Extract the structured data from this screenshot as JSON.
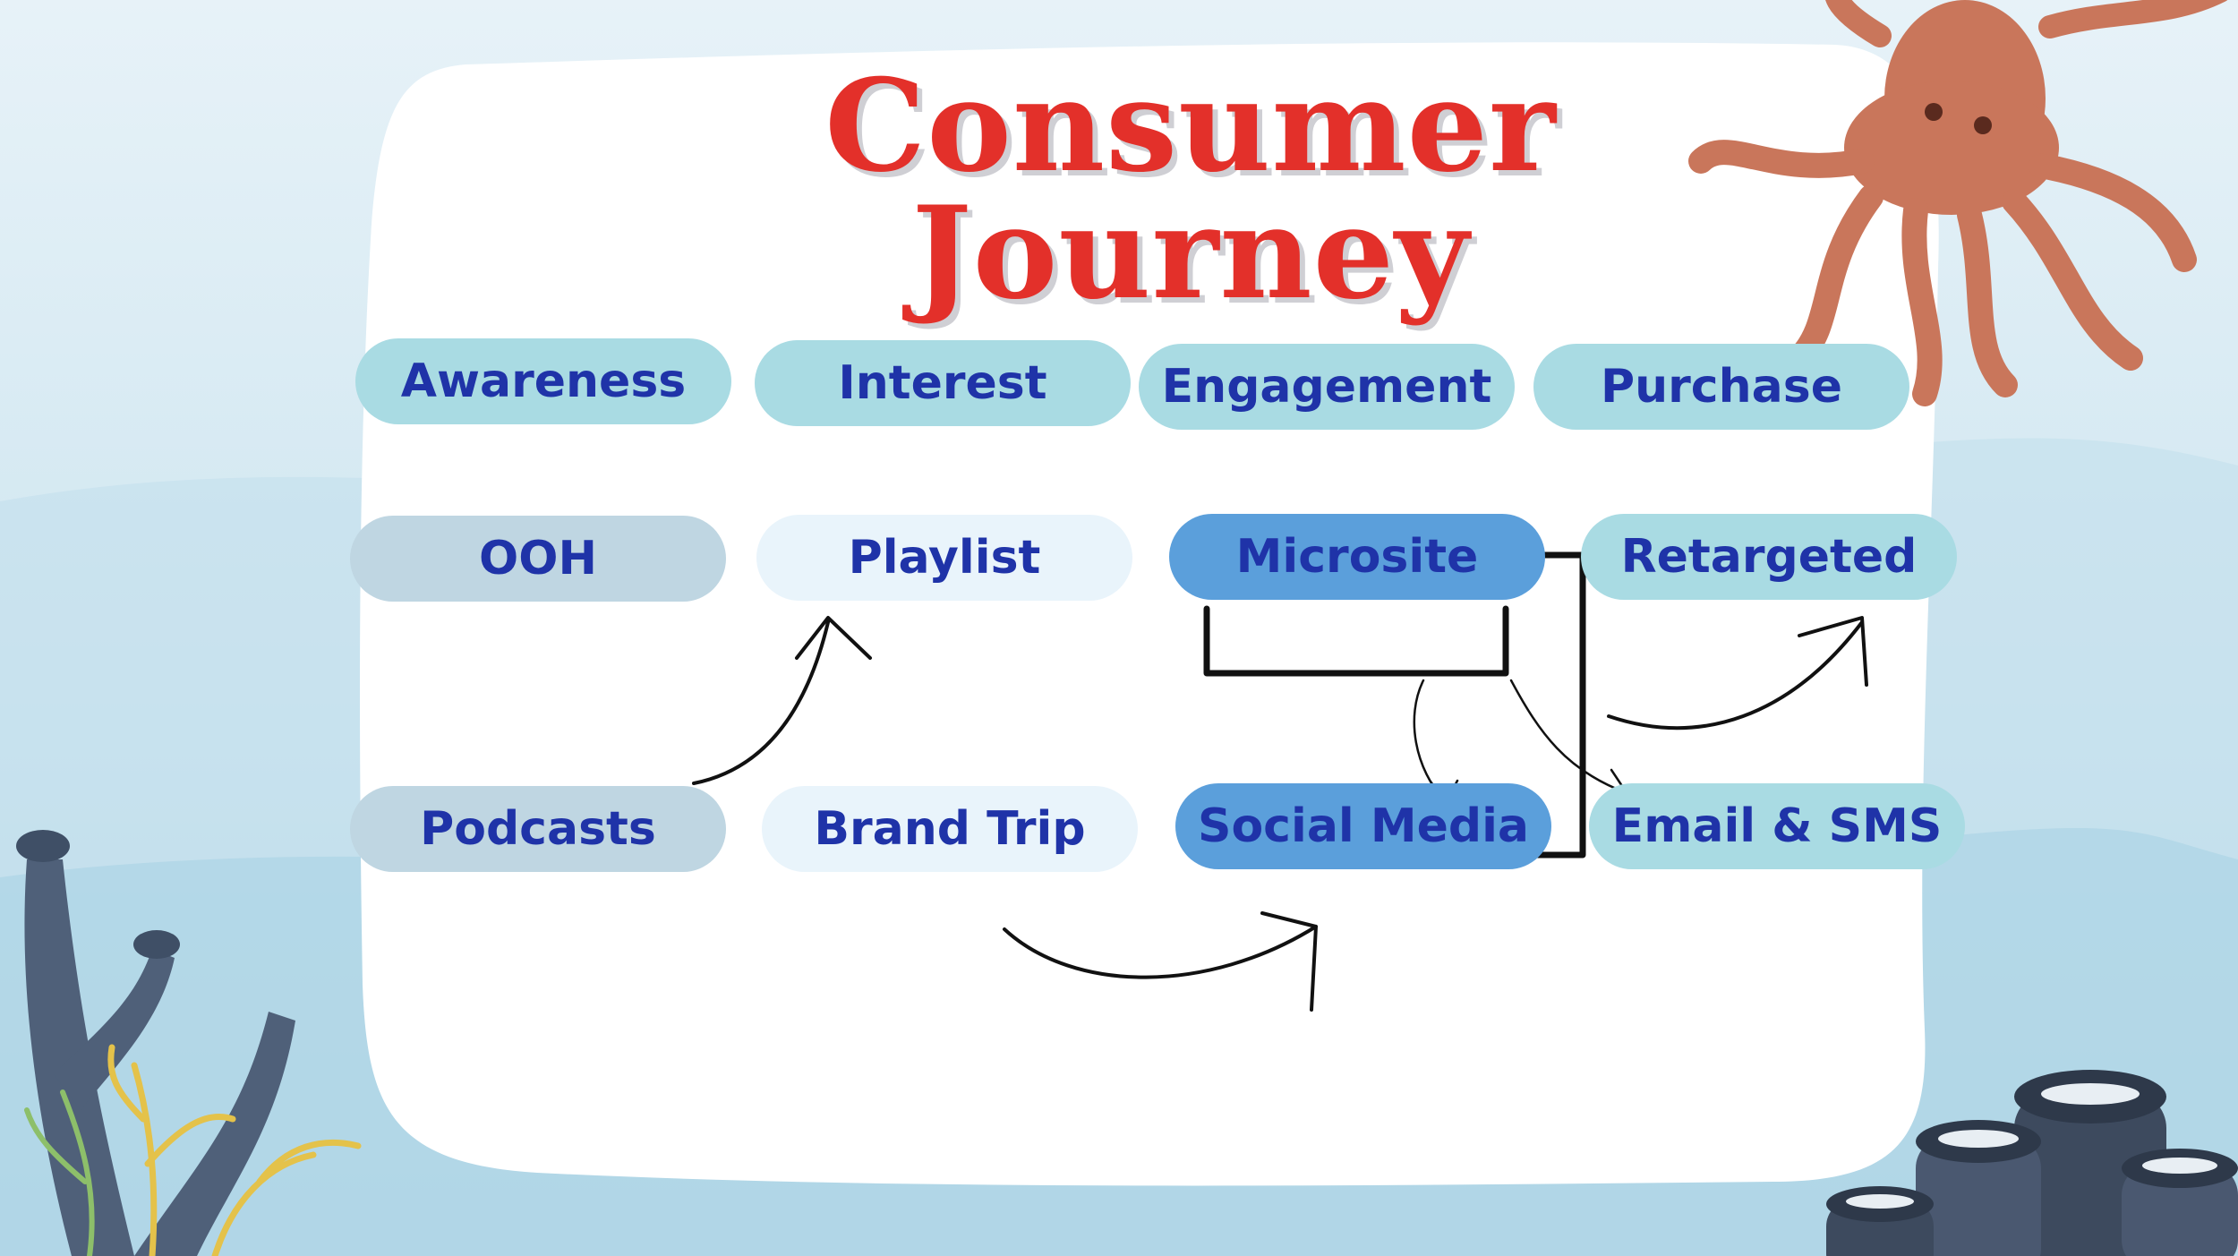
{
  "title": {
    "line1": "Consumer",
    "line2": "Journey"
  },
  "stages": [
    "Awareness",
    "Interest",
    "Engagement",
    "Purchase"
  ],
  "touchpoints": {
    "row1": [
      "OOH",
      "Playlist",
      "Microsite",
      "Retargeted"
    ],
    "row2": [
      "Podcasts",
      "Brand Trip",
      "Social Media",
      "Email & SMS"
    ]
  },
  "colors": {
    "title": "#e3302a",
    "label_text": "#1f33a8",
    "stage_pill": "#a9dbe3",
    "awareness_pill": "#bfd6e2",
    "interest_pill": "#e9f4fb",
    "engagement_pill": "#5b9fdb",
    "purchase_pill": "#a9dbe3",
    "octopus": "#c9765b",
    "coral": "#4f6079"
  },
  "icons": [
    "octopus-icon",
    "coral-left-icon",
    "coral-right-icon"
  ]
}
